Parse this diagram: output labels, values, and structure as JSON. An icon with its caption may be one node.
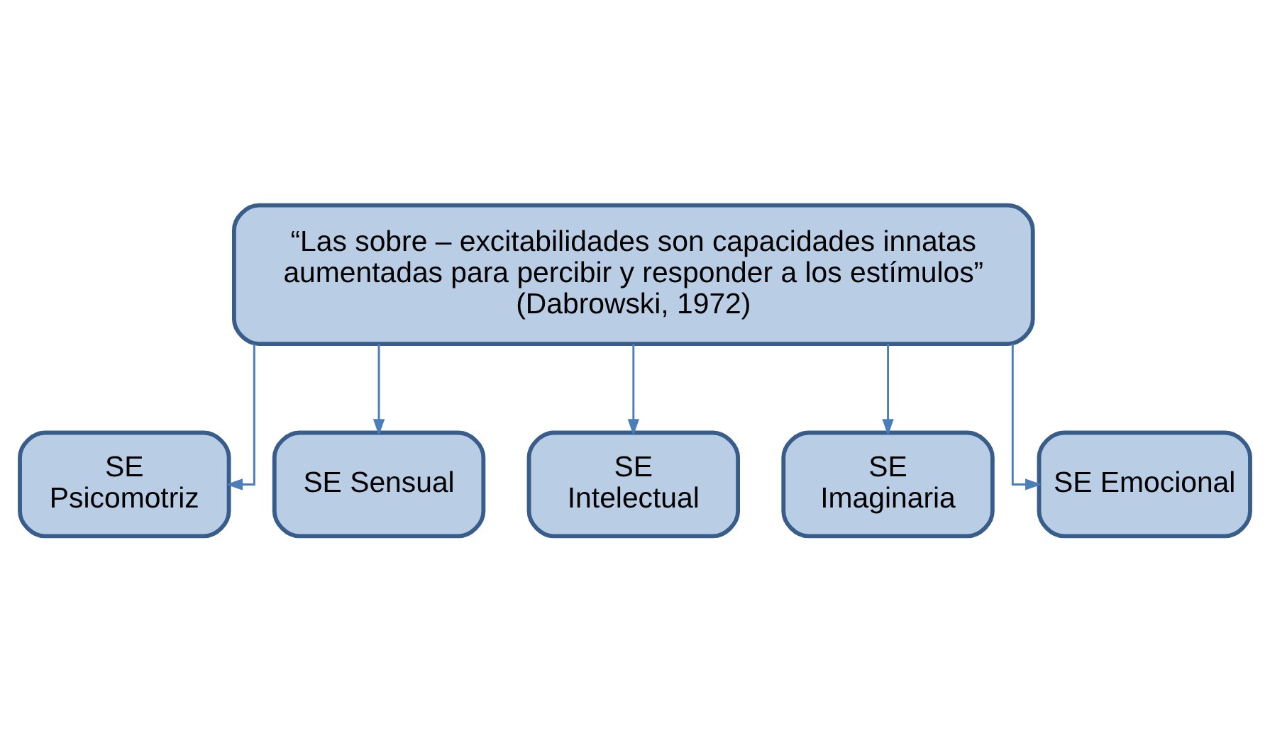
{
  "diagram": {
    "nodes": [
      {
        "text": [
          "“Las sobre – excitabilidades son capacidades innatas aumentadas para percibir y responder a los estímulos”",
          "(Dabrowski, 1972)"
        ]
      },
      {
        "text": [
          "SE Psicomotriz"
        ]
      },
      {
        "text": [
          "SE Sensual"
        ]
      },
      {
        "text": [
          "SE Intelectual"
        ]
      },
      {
        "text": [
          "SE Imaginaria"
        ]
      },
      {
        "text": [
          "SE Emocional"
        ]
      }
    ],
    "edges": [
      {
        "from": 0,
        "to": 1,
        "arrow": "to"
      },
      {
        "from": 0,
        "to": 2,
        "arrow": "to"
      },
      {
        "from": 0,
        "to": 3,
        "arrow": "to"
      },
      {
        "from": 0,
        "to": 4,
        "arrow": "to"
      },
      {
        "from": 0,
        "to": 5,
        "arrow": "to"
      }
    ]
  }
}
